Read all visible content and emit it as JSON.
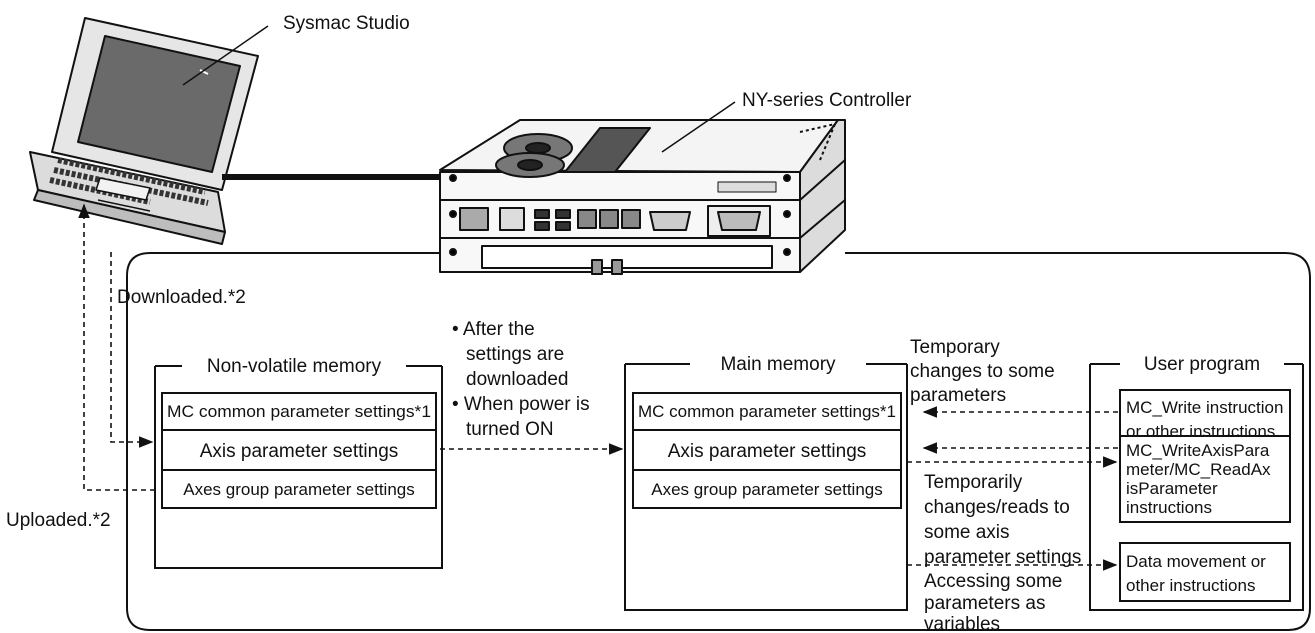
{
  "labels": {
    "sysmac_studio": "Sysmac Studio",
    "ny_controller": "NY-series Controller",
    "downloaded": "Downloaded.*2",
    "uploaded": "Uploaded.*2"
  },
  "nonvolatile": {
    "title": "Non-volatile memory",
    "rows": [
      "MC common parameter settings*1",
      "Axis parameter settings",
      "Axes group parameter settings"
    ]
  },
  "main_memory": {
    "title": "Main memory",
    "rows": [
      "MC common parameter settings*1",
      "Axis parameter settings",
      "Axes group parameter settings"
    ]
  },
  "user_program": {
    "title": "User program",
    "boxes": [
      [
        "MC_Write instruction",
        "or other instructions"
      ],
      [
        "MC_WriteAxisPara",
        "meter/MC_ReadAx",
        "isParameter",
        "instructions"
      ],
      [
        "Data movement or",
        "other instructions"
      ]
    ]
  },
  "transfer_note": {
    "lines": [
      "• After the",
      "settings are",
      "downloaded",
      "• When power is",
      "turned ON"
    ]
  },
  "notes": {
    "temporary": [
      "Temporary",
      "changes to some",
      "parameters"
    ],
    "temporarily": [
      "Temporarily",
      "changes/reads to",
      "some axis",
      "parameter settings"
    ],
    "accessing": [
      "Accessing some",
      "parameters as",
      "variables"
    ]
  }
}
